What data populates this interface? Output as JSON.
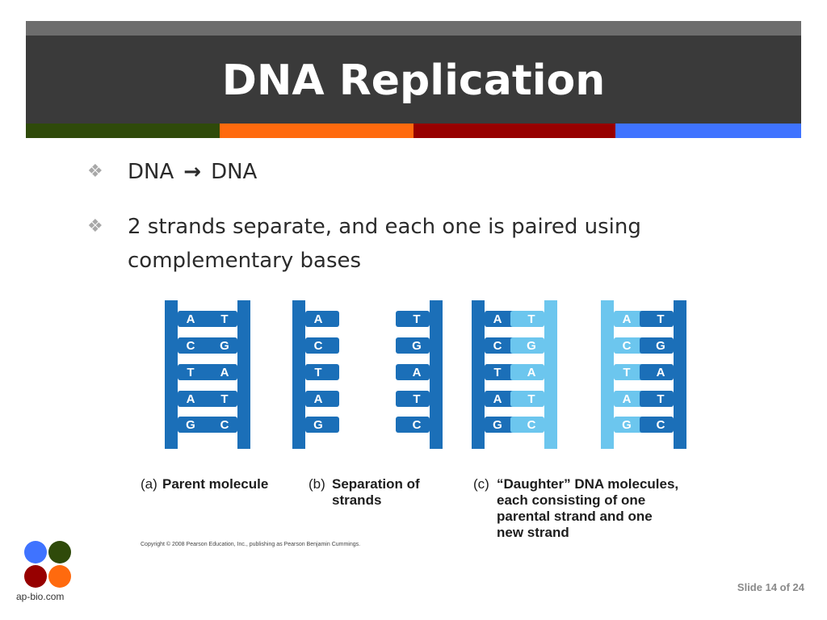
{
  "title": "DNA Replication",
  "colors": {
    "title_bar": "#3a3a3a",
    "stripes": [
      "#2f4a0a",
      "#ff6a0e",
      "#970000",
      "#3f73ff"
    ],
    "dna_dark": "#1b6fb8",
    "dna_light": "#6cc6ee"
  },
  "bullet_icon": "diamond-cluster-icon",
  "bullets": {
    "b1_left": "DNA",
    "b1_arrow": "→",
    "b1_right": "DNA",
    "b2": "2 strands separate, and each one is paired using complementary bases"
  },
  "figure": {
    "parent_left": [
      "A",
      "C",
      "T",
      "A",
      "G"
    ],
    "parent_right": [
      "T",
      "G",
      "A",
      "T",
      "C"
    ],
    "captions": {
      "a_label": "(a)",
      "a_text": "Parent molecule",
      "b_label": "(b)",
      "b_text1": "Separation of",
      "b_text2": "strands",
      "c_label": "(c)",
      "c_text1": "“Daughter” DNA molecules,",
      "c_text2": "each consisting of one",
      "c_text3": "parental strand and one",
      "c_text4": "new strand"
    },
    "copyright": "Copyright © 2008 Pearson Education, Inc., publishing as Pearson Benjamin Cummings."
  },
  "logo_text": "ap-bio.com",
  "slide_number": "Slide 14 of 24"
}
